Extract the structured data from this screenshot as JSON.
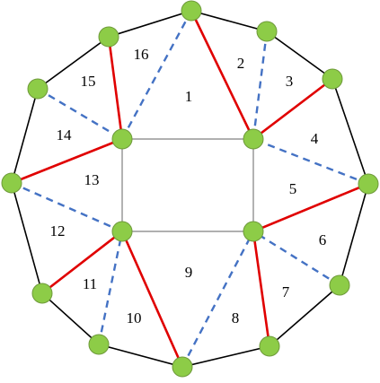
{
  "diagram": {
    "colors": {
      "boundary": "#000000",
      "inner_square": "#808080",
      "red_edges": "#e00000",
      "dashed_edges": "#4472c4",
      "node_fill": "#8dcc47",
      "node_stroke": "#6e9a3a"
    },
    "region_labels": [
      "1",
      "2",
      "3",
      "4",
      "5",
      "6",
      "7",
      "8",
      "9",
      "10",
      "11",
      "12",
      "13",
      "14",
      "15",
      "16"
    ]
  }
}
